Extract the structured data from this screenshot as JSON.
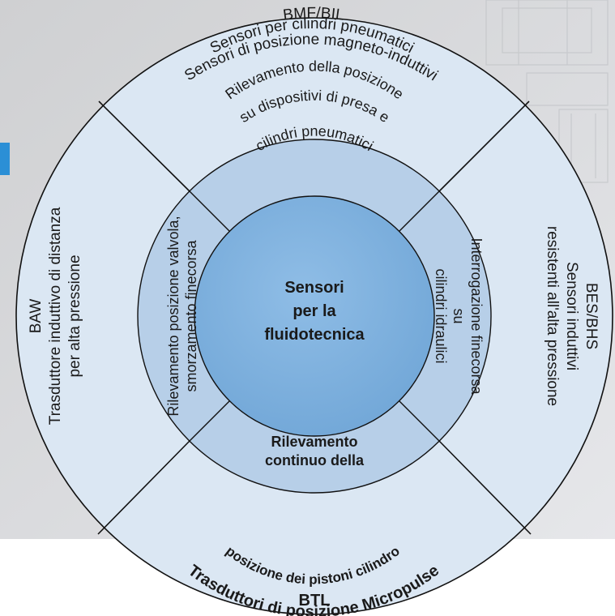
{
  "colors": {
    "background_grey": "#d9dadc",
    "background_white": "#ffffff",
    "accent_tab": "#2b8fd6",
    "outer_ring": "#dbe7f3",
    "middle_ring": "#b7cfe8",
    "center": "#7fb0dd",
    "line": "#111111"
  },
  "center": {
    "line1": "Sensori",
    "line2": "per la",
    "line3": "fluidotecnica"
  },
  "outer_ring": {
    "top": {
      "line1": "BMF/BIL",
      "line2": "Sensori per cilindri pneumatici",
      "line3": "Sensori di posizione magneto-induttivi"
    },
    "right": {
      "line1": "BES/BHS",
      "line2": "Sensori induttivi",
      "line3": "resistenti all'alta pressione"
    },
    "bottom": {
      "line1": "Trasduttori di posizione Micropulse",
      "line2": "BTL"
    },
    "left": {
      "line1": "BAW",
      "line2": "Trasduttore induttivo di distanza",
      "line3": "per alta pressione"
    }
  },
  "middle_ring": {
    "top": {
      "line1": "Rilevamento della posizione",
      "line2": "su dispositivi di presa e",
      "line3": "cilindri pneumatici"
    },
    "right": {
      "line1": "Interrogazione finecorsa",
      "line2": "su",
      "line3": "cilindri idraulici"
    },
    "bottom": {
      "line1": "Rilevamento",
      "line2": "continuo della",
      "line3": "posizione dei pistoni cilindro"
    },
    "left": {
      "line1": "Rilevamento posizione valvola,",
      "line2": "smorzamento finecorsa"
    }
  }
}
